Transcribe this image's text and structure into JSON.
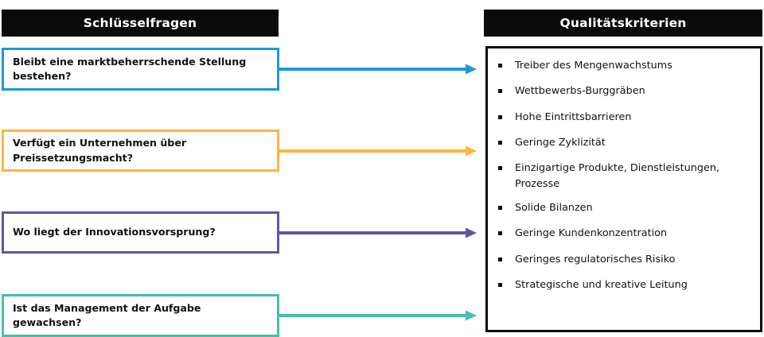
{
  "diagram": {
    "columns": {
      "left": {
        "header": "Schlüsselfragen",
        "header_bg": "#0b0b0b",
        "header_color": "#ffffff"
      },
      "right": {
        "header": "Qualitätskriterien",
        "header_bg": "#0b0b0b",
        "header_color": "#ffffff"
      }
    },
    "questions": [
      {
        "text": "Bleibt eine marktbeherrschende Stellung bestehen?",
        "color": "#1b9ad6"
      },
      {
        "text": "Verfügt ein Unternehmen über Preissetzungsmacht?",
        "color": "#fbb641"
      },
      {
        "text": "Wo liegt der Innovationsvorsprung?",
        "color": "#5b58a6"
      },
      {
        "text": "Ist das Management der Aufgabe gewachsen?",
        "color": "#45bfae"
      }
    ],
    "arrows": [
      {
        "name": "arrow-market-position",
        "color": "#1b9ad6"
      },
      {
        "name": "arrow-pricing-power",
        "color": "#fbb641"
      },
      {
        "name": "arrow-innovation",
        "color": "#5b58a6"
      },
      {
        "name": "arrow-management",
        "color": "#45bfae"
      }
    ],
    "criteria": [
      "Treiber des Mengenwachstums",
      "Wettbewerbs-Burggräben",
      "Hohe Eintrittsbarrieren",
      "Geringe Zyklizität",
      "Einzigartige Produkte, Dienstleistungen, Prozesse",
      "Solide Bilanzen",
      "Geringe Kundenkonzentration",
      "Geringes regulatorisches Risiko",
      "Strategische und kreative Leitung"
    ],
    "criteria_border_color": "#0b0b0b",
    "bullet_glyph": "square-bullet"
  }
}
